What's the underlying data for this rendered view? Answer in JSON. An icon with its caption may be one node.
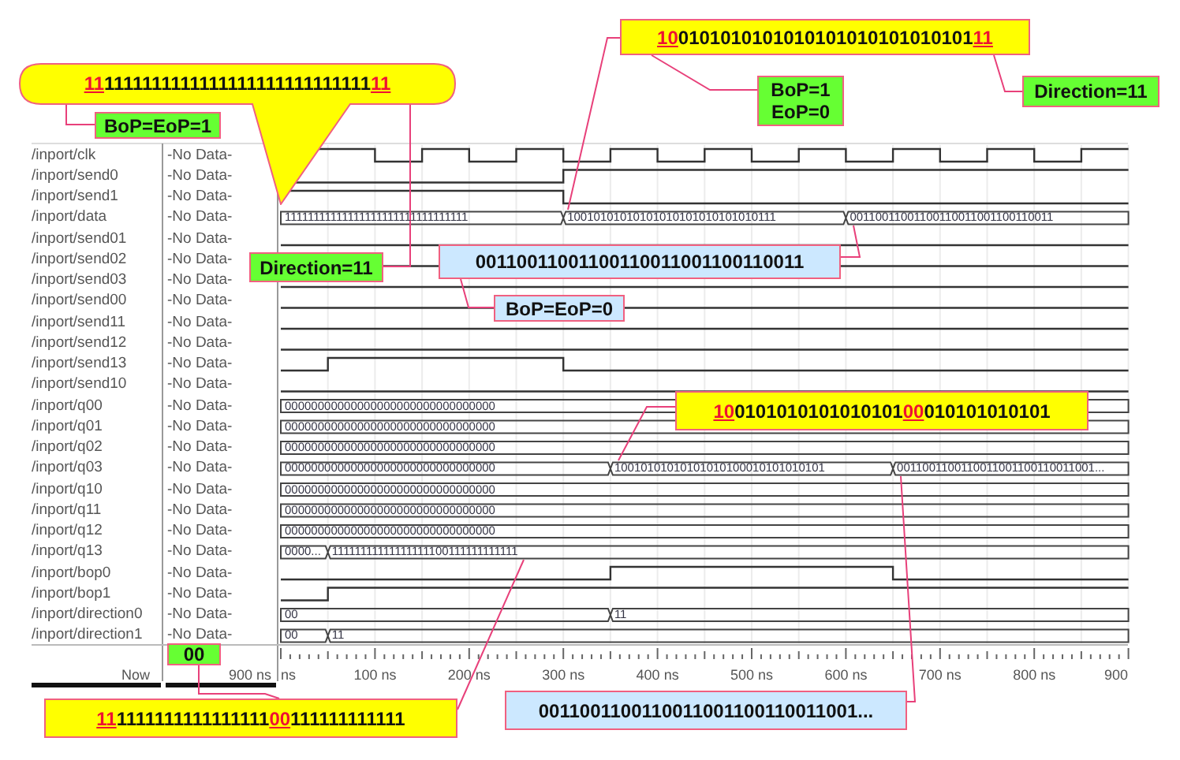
{
  "diagram": {
    "nodes": [
      {
        "text": [
          "**11**1111111111111111111111111111**11**"
        ]
      },
      {
        "text": [
          "**10**0101010101010101010101010101**11**"
        ]
      },
      {
        "text": [
          "BoP=EoP=1"
        ]
      },
      {
        "text": [
          "BoP=1 EoP=0"
        ]
      },
      {
        "text": [
          "Direction=11"
        ]
      },
      {
        "text": [
          "Direction=11"
        ]
      },
      {
        "text": [
          "00110011001100110011001100110011"
        ]
      },
      {
        "text": [
          "BoP=EoP=0"
        ]
      },
      {
        "text": [
          "**10**0101010101010101**00**010101010101"
        ]
      },
      {
        "text": [
          "00"
        ]
      },
      {
        "text": [
          "**11**1111111111111111**00**111111111111"
        ]
      },
      {
        "text": [
          "0011001100110011001100110011001..."
        ]
      },
      {
        "text": [
          "10010101010101010101010101010111"
        ]
      },
      {
        "text": [
          "00110011001100110011001100110011"
        ]
      },
      {
        "text": [
          "10010101010101010100010101010101"
        ]
      },
      {
        "text": [
          "0011001100110011001100110011001..."
        ]
      },
      {
        "text": [
          "11111111111111111100111111111111"
        ]
      }
    ],
    "edges": [
      {
        "from": 0,
        "to": 2,
        "arrow": "none"
      },
      {
        "from": 0,
        "to": 5,
        "arrow": "none"
      },
      {
        "from": 1,
        "to": 12,
        "arrow": "none"
      },
      {
        "from": 1,
        "to": 3,
        "arrow": "none"
      },
      {
        "from": 1,
        "to": 4,
        "arrow": "none"
      },
      {
        "from": 6,
        "to": 13,
        "arrow": "none"
      },
      {
        "from": 6,
        "to": 7,
        "arrow": "none"
      },
      {
        "from": 8,
        "to": 14,
        "arrow": "none"
      },
      {
        "from": 9,
        "to": 10,
        "arrow": "none"
      },
      {
        "from": 10,
        "to": 16,
        "arrow": "none"
      },
      {
        "from": 11,
        "to": 15,
        "arrow": "none"
      }
    ],
    "labels": [
      "/inport/clk",
      "-No Data-",
      "/inport/send0",
      "-No Data-",
      "/inport/send1",
      "-No Data-",
      "/inport/data",
      "-No Data-",
      "11111111111111111111111111111111",
      "/inport/send01",
      "-No Data-",
      "/inport/send02",
      "-No Data-",
      "/inport/send03",
      "-No Data-",
      "/inport/send00",
      "-No Data-",
      "/inport/send11",
      "-No Data-",
      "/inport/send12",
      "-No Data-",
      "/inport/send13",
      "-No Data-",
      "/inport/send10",
      "-No Data-",
      "/inport/q00",
      "-No Data-",
      "00000000000000000000000000000000",
      "/inport/q01",
      "-No Data-",
      "00000000000000000000000000000000",
      "/inport/q02",
      "-No Data-",
      "00000000000000000000000000000000",
      "/inport/q03",
      "-No Data-",
      "00000000000000000000000000000000",
      "/inport/q10",
      "-No Data-",
      "00000000000000000000000000000000",
      "/inport/q11",
      "-No Data-",
      "00000000000000000000000000000000",
      "/inport/q12",
      "-No Data-",
      "00000000000000000000000000000000",
      "/inport/q13",
      "-No Data-",
      "0000...",
      "/inport/bop0",
      "-No Data-",
      "/inport/bop1",
      "-No Data-",
      "/inport/direction0",
      "-No Data-",
      "00",
      "11",
      "/inport/direction1",
      "-No Data-",
      "00",
      "11",
      "Now",
      "900 ns",
      "ns",
      "100 ns",
      "200 ns",
      "300 ns",
      "400 ns",
      "500 ns",
      "600 ns",
      "700 ns",
      "800 ns",
      "900"
    ]
  }
}
